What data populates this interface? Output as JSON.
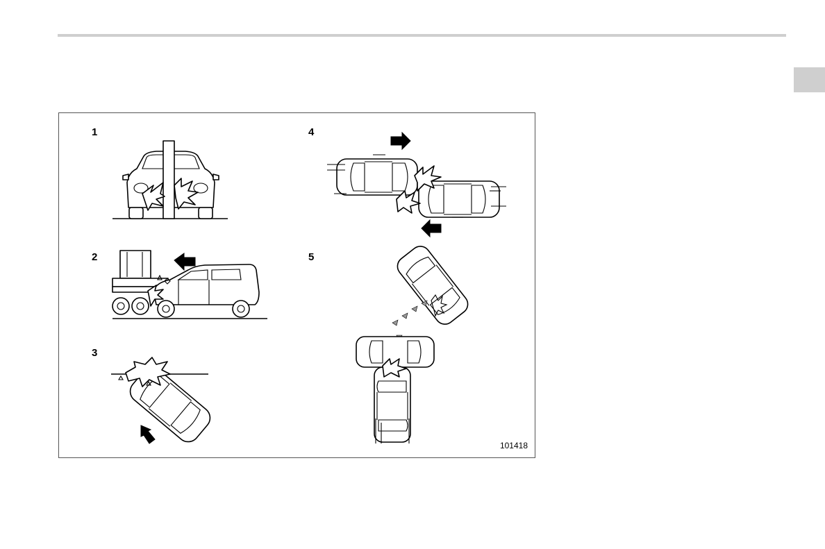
{
  "figure": {
    "panels": [
      {
        "number": "1",
        "scene": "frontal collision with pole"
      },
      {
        "number": "2",
        "scene": "underride collision with truck"
      },
      {
        "number": "3",
        "scene": "angled frontal collision with wall"
      },
      {
        "number": "4",
        "scene": "offset frontal collision between vehicles"
      },
      {
        "number": "5",
        "scene": "multiple collision sequence"
      }
    ],
    "code": "101418"
  },
  "colors": {
    "rule": "#cfcfcf",
    "tab": "#cfcfcf",
    "frame": "#555555"
  }
}
